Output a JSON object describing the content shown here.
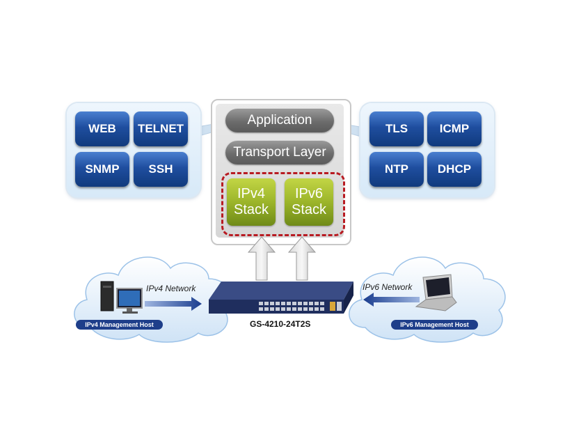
{
  "left_protocols": [
    "WEB",
    "TELNET",
    "SNMP",
    "SSH"
  ],
  "right_protocols": [
    "TLS",
    "ICMP",
    "NTP",
    "DHCP"
  ],
  "stack": {
    "application": "Application",
    "transport": "Transport Layer",
    "ipv4": {
      "line1": "IPv4",
      "line2": "Stack"
    },
    "ipv6": {
      "line1": "IPv6",
      "line2": "Stack"
    }
  },
  "networks": {
    "ipv4_network": "IPv4 Network",
    "ipv6_network": "IPv6 Network",
    "ipv4_host": "IPv4 Management Host",
    "ipv6_host": "IPv6 Management Host"
  },
  "device": {
    "model": "GS-4210-24T2S"
  },
  "colors": {
    "protocol_button": "#1f4e9f",
    "stack_layer": "#6c6c6c",
    "ip_stack": "#9cb52a",
    "dashed_border": "#b81b22",
    "arrow": "#1a3d8f",
    "host_label": "#1e3e8a"
  }
}
